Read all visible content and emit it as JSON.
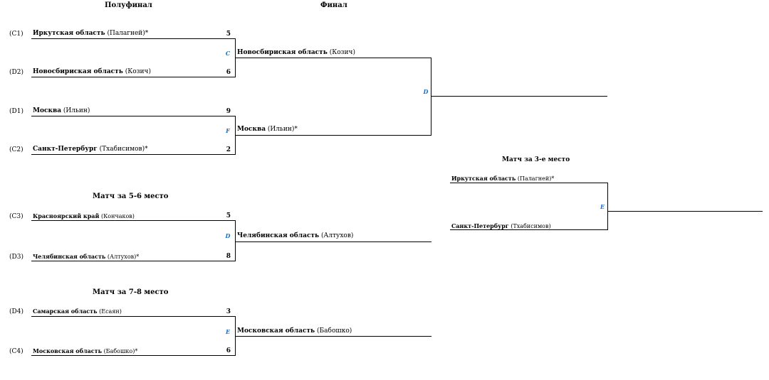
{
  "headers": {
    "semifinal": "Полуфинал",
    "final": "Финал",
    "third_place": "Матч за 3-е место",
    "fifth_sixth": "Матч за 5-6 место",
    "seventh_eighth": "Матч за 7-8 место"
  },
  "semifinal_1": {
    "top": {
      "seed": "(C1)",
      "name": "Иркутская область",
      "coach": "(Палагней)*",
      "score": "5"
    },
    "bottom": {
      "seed": "(D2)",
      "name": "Новосбириская область",
      "coach": "(Козич)",
      "score": "6"
    },
    "match": "C"
  },
  "semifinal_2": {
    "top": {
      "seed": "(D1)",
      "name": "Москва",
      "coach": "(Ильин)",
      "score": "9"
    },
    "bottom": {
      "seed": "(C2)",
      "name": "Санкт-Петербург",
      "coach": "(Тхабисимов)*",
      "score": "2"
    },
    "match": "F"
  },
  "final": {
    "top": {
      "name": "Новосбириская область",
      "coach": "(Козич)"
    },
    "bottom": {
      "name": "Москва",
      "coach": "(Ильин)*"
    },
    "match": "D"
  },
  "third_place": {
    "top": {
      "name": "Иркутская область",
      "coach": "(Палагней)*"
    },
    "bottom": {
      "name": "Санкт-Петербург",
      "coach": "(Тхабисимов)"
    },
    "match": "E"
  },
  "fifth_sixth": {
    "top": {
      "seed": "(C3)",
      "name": "Красноярский край",
      "coach": "(Кончаков)",
      "score": "5"
    },
    "bottom": {
      "seed": "(D3)",
      "name": "Челябинская область",
      "coach": "(Алтухов)*",
      "score": "8"
    },
    "match": "D",
    "winner": {
      "name": "Челябинская область",
      "coach": "(Алтухов)"
    }
  },
  "seventh_eighth": {
    "top": {
      "seed": "(D4)",
      "name": "Самарская область",
      "coach": "(Есаян)",
      "score": "3"
    },
    "bottom": {
      "seed": "(C4)",
      "name": "Московская область",
      "coach": "(Бабошко)*",
      "score": "6"
    },
    "match": "E",
    "winner": {
      "name": "Московская область",
      "coach": "(Бабошко)"
    }
  }
}
